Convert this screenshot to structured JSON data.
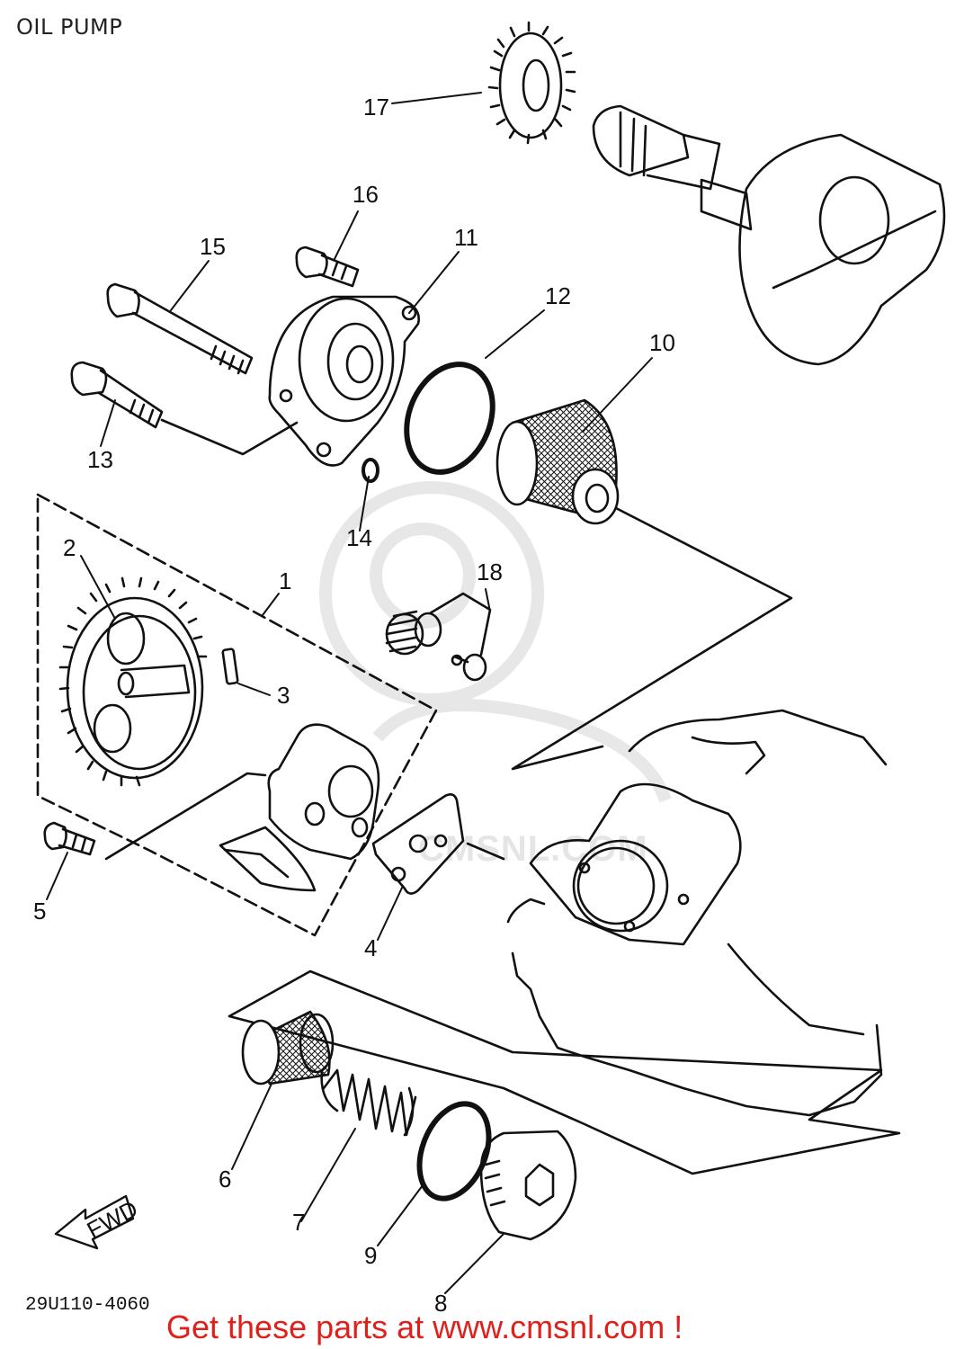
{
  "page": {
    "title": "OIL PUMP",
    "diagram_code": "29U110-4060",
    "promo_text": "Get these parts at www.cmsnl.com !",
    "fwd_label": "FWD",
    "watermark": "CMSNL.COM"
  },
  "part_labels": {
    "p1": "1",
    "p2": "2",
    "p3": "3",
    "p4": "4",
    "p5": "5",
    "p6": "6",
    "p7": "7",
    "p8": "8",
    "p9": "9",
    "p10": "10",
    "p11": "11",
    "p12": "12",
    "p13": "13",
    "p14": "14",
    "p15": "15",
    "p16": "16",
    "p17": "17",
    "p18": "18"
  },
  "colors": {
    "ink": "#111111",
    "promo": "#e0201b",
    "watermark": "#e6e6e6"
  }
}
